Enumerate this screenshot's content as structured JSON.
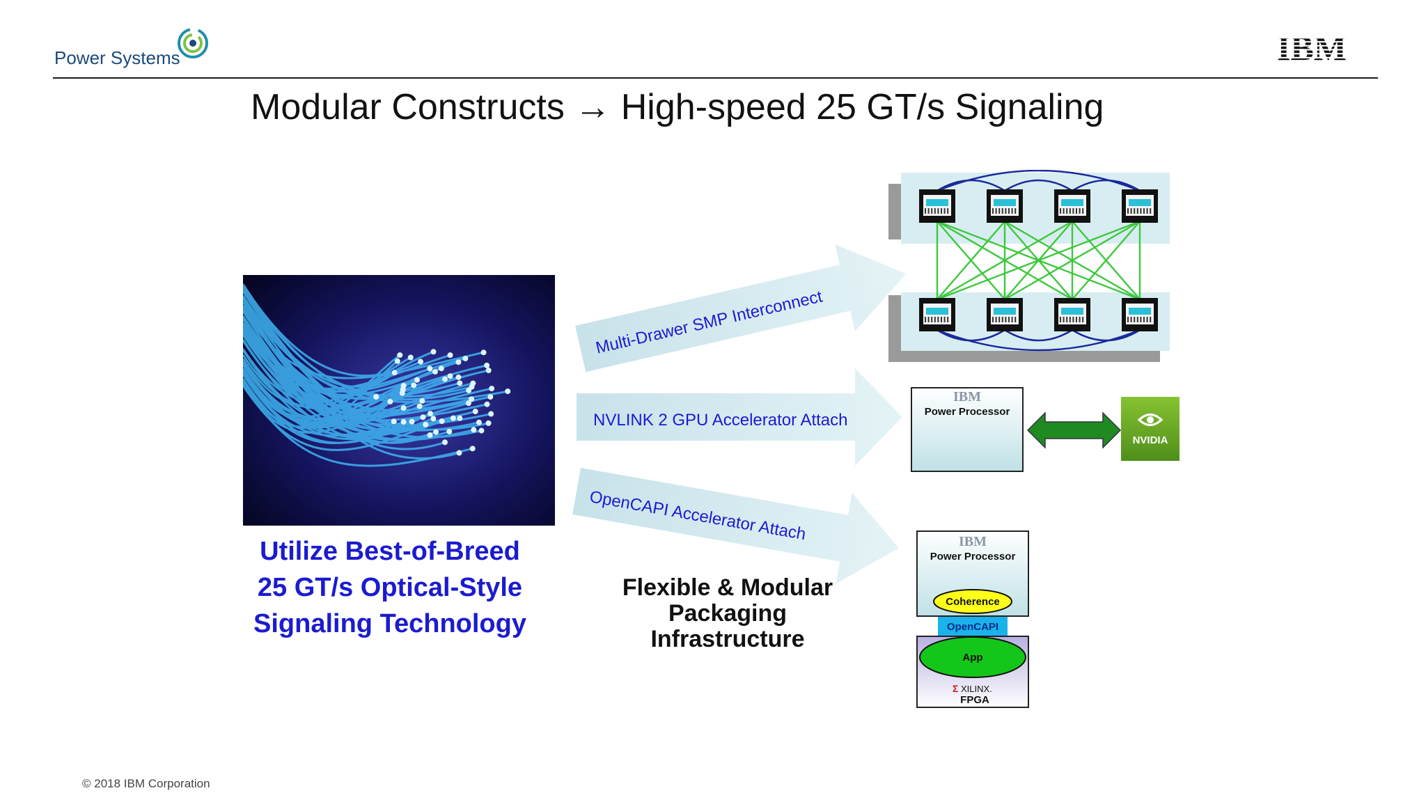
{
  "brand": {
    "name": "Power Systems",
    "company_logo": "IBM"
  },
  "slide": {
    "title": "Modular Constructs → High-speed 25 GT/s Signaling"
  },
  "left": {
    "caption_lines": [
      "Utilize Best-of-Breed",
      "25 GT/s Optical-Style",
      "Signaling Technology"
    ]
  },
  "arrows": {
    "smp_label": "Multi-Drawer SMP Interconnect",
    "nvlink_label": "NVLINK 2 GPU Accelerator Attach",
    "opencapi_label": "OpenCAPI Accelerator Attach"
  },
  "center": {
    "caption_lines": [
      "Flexible & Modular",
      "Packaging",
      "Infrastructure"
    ]
  },
  "nvlink_diagram": {
    "logo": "IBM",
    "box_label": "Power Processor",
    "partner": "NVIDIA"
  },
  "opencapi_diagram": {
    "logo": "IBM",
    "box_label": "Power Processor",
    "coherence": "Coherence",
    "bus": "OpenCAPI",
    "app": "App",
    "vendor": "XILINX.",
    "device": "FPGA"
  },
  "footer": {
    "copyright": "© 2018 IBM Corporation"
  },
  "colors": {
    "title_blue": "#1b1bd0",
    "link_green": "#3cc83c",
    "nvidia_green": "#76b900",
    "arrow_fill": "#cfe6ec"
  }
}
